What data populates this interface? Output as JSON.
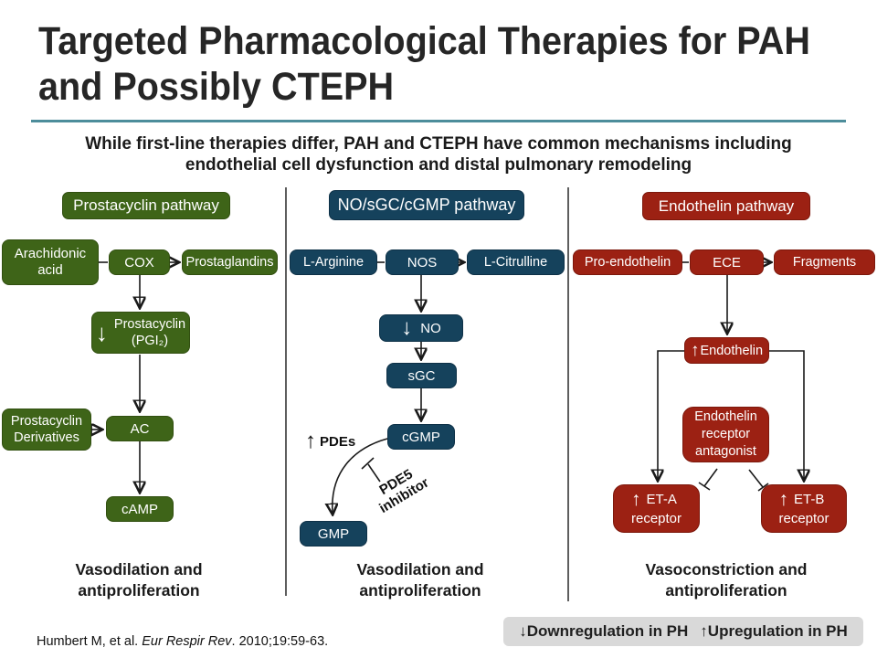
{
  "icons": {
    "down_arrow": "↓",
    "up_arrow": "↑"
  },
  "title": {
    "line1": "Targeted Pharmacological Therapies for PAH",
    "line2": "and Possibly CTEPH"
  },
  "subtitle": {
    "line1": "While first-line therapies differ, PAH and CTEPH have common mechanisms including",
    "line2": "endothelial cell dysfunction and distal pulmonary remodeling"
  },
  "colors": {
    "prostacyclin_green": "#3e6418",
    "no_pathway_blue": "#15425c",
    "endothelin_red": "#9c2113",
    "divider_teal": "#4d8d9b",
    "legend_bg": "#d9d9d9"
  },
  "prostacyclin": {
    "header": "Prostacyclin pathway",
    "arachidonic_line1": "Arachidonic",
    "arachidonic_line2": "acid",
    "cox": "COX",
    "prostaglandins": "Prostaglandins",
    "prostacyclin_line1": "Prostacyclin",
    "prostacyclin_line2": "(PGI₂)",
    "derivatives_line1": "Prostacyclin",
    "derivatives_line2": "Derivatives",
    "ac": "AC",
    "camp": "cAMP",
    "outcome_line1": "Vasodilation and",
    "outcome_line2": "antiproliferation"
  },
  "no_pathway": {
    "header": "NO/sGC/cGMP pathway",
    "l_arginine": "L-Arginine",
    "nos": "NOS",
    "l_citrulline": "L-Citrulline",
    "no": "NO",
    "sgc": "sGC",
    "cgmp": "cGMP",
    "gmp": "GMP",
    "pdes": "PDEs",
    "pde5_line1": "PDE5",
    "pde5_line2": "inhibitor",
    "outcome_line1": "Vasodilation and",
    "outcome_line2": "antiproliferation"
  },
  "endothelin": {
    "header": "Endothelin pathway",
    "pro_endothelin": "Pro-endothelin",
    "ece": "ECE",
    "fragments": "Fragments",
    "endothelin": "Endothelin",
    "antagonist_line1": "Endothelin",
    "antagonist_line2": "receptor",
    "antagonist_line3": "antagonist",
    "eta_line1": "ET-A",
    "eta_line2": "receptor",
    "etb_line1": "ET-B",
    "etb_line2": "receptor",
    "outcome_line1": "Vasoconstriction and",
    "outcome_line2": "antiproliferation"
  },
  "legend": {
    "down": "↓Downregulation in PH",
    "up": "↑Upregulation in PH"
  },
  "citation": {
    "prefix": "Humbert M, et al. ",
    "journal": "Eur Respir Rev",
    "suffix": ". 2010;19:59-63."
  }
}
